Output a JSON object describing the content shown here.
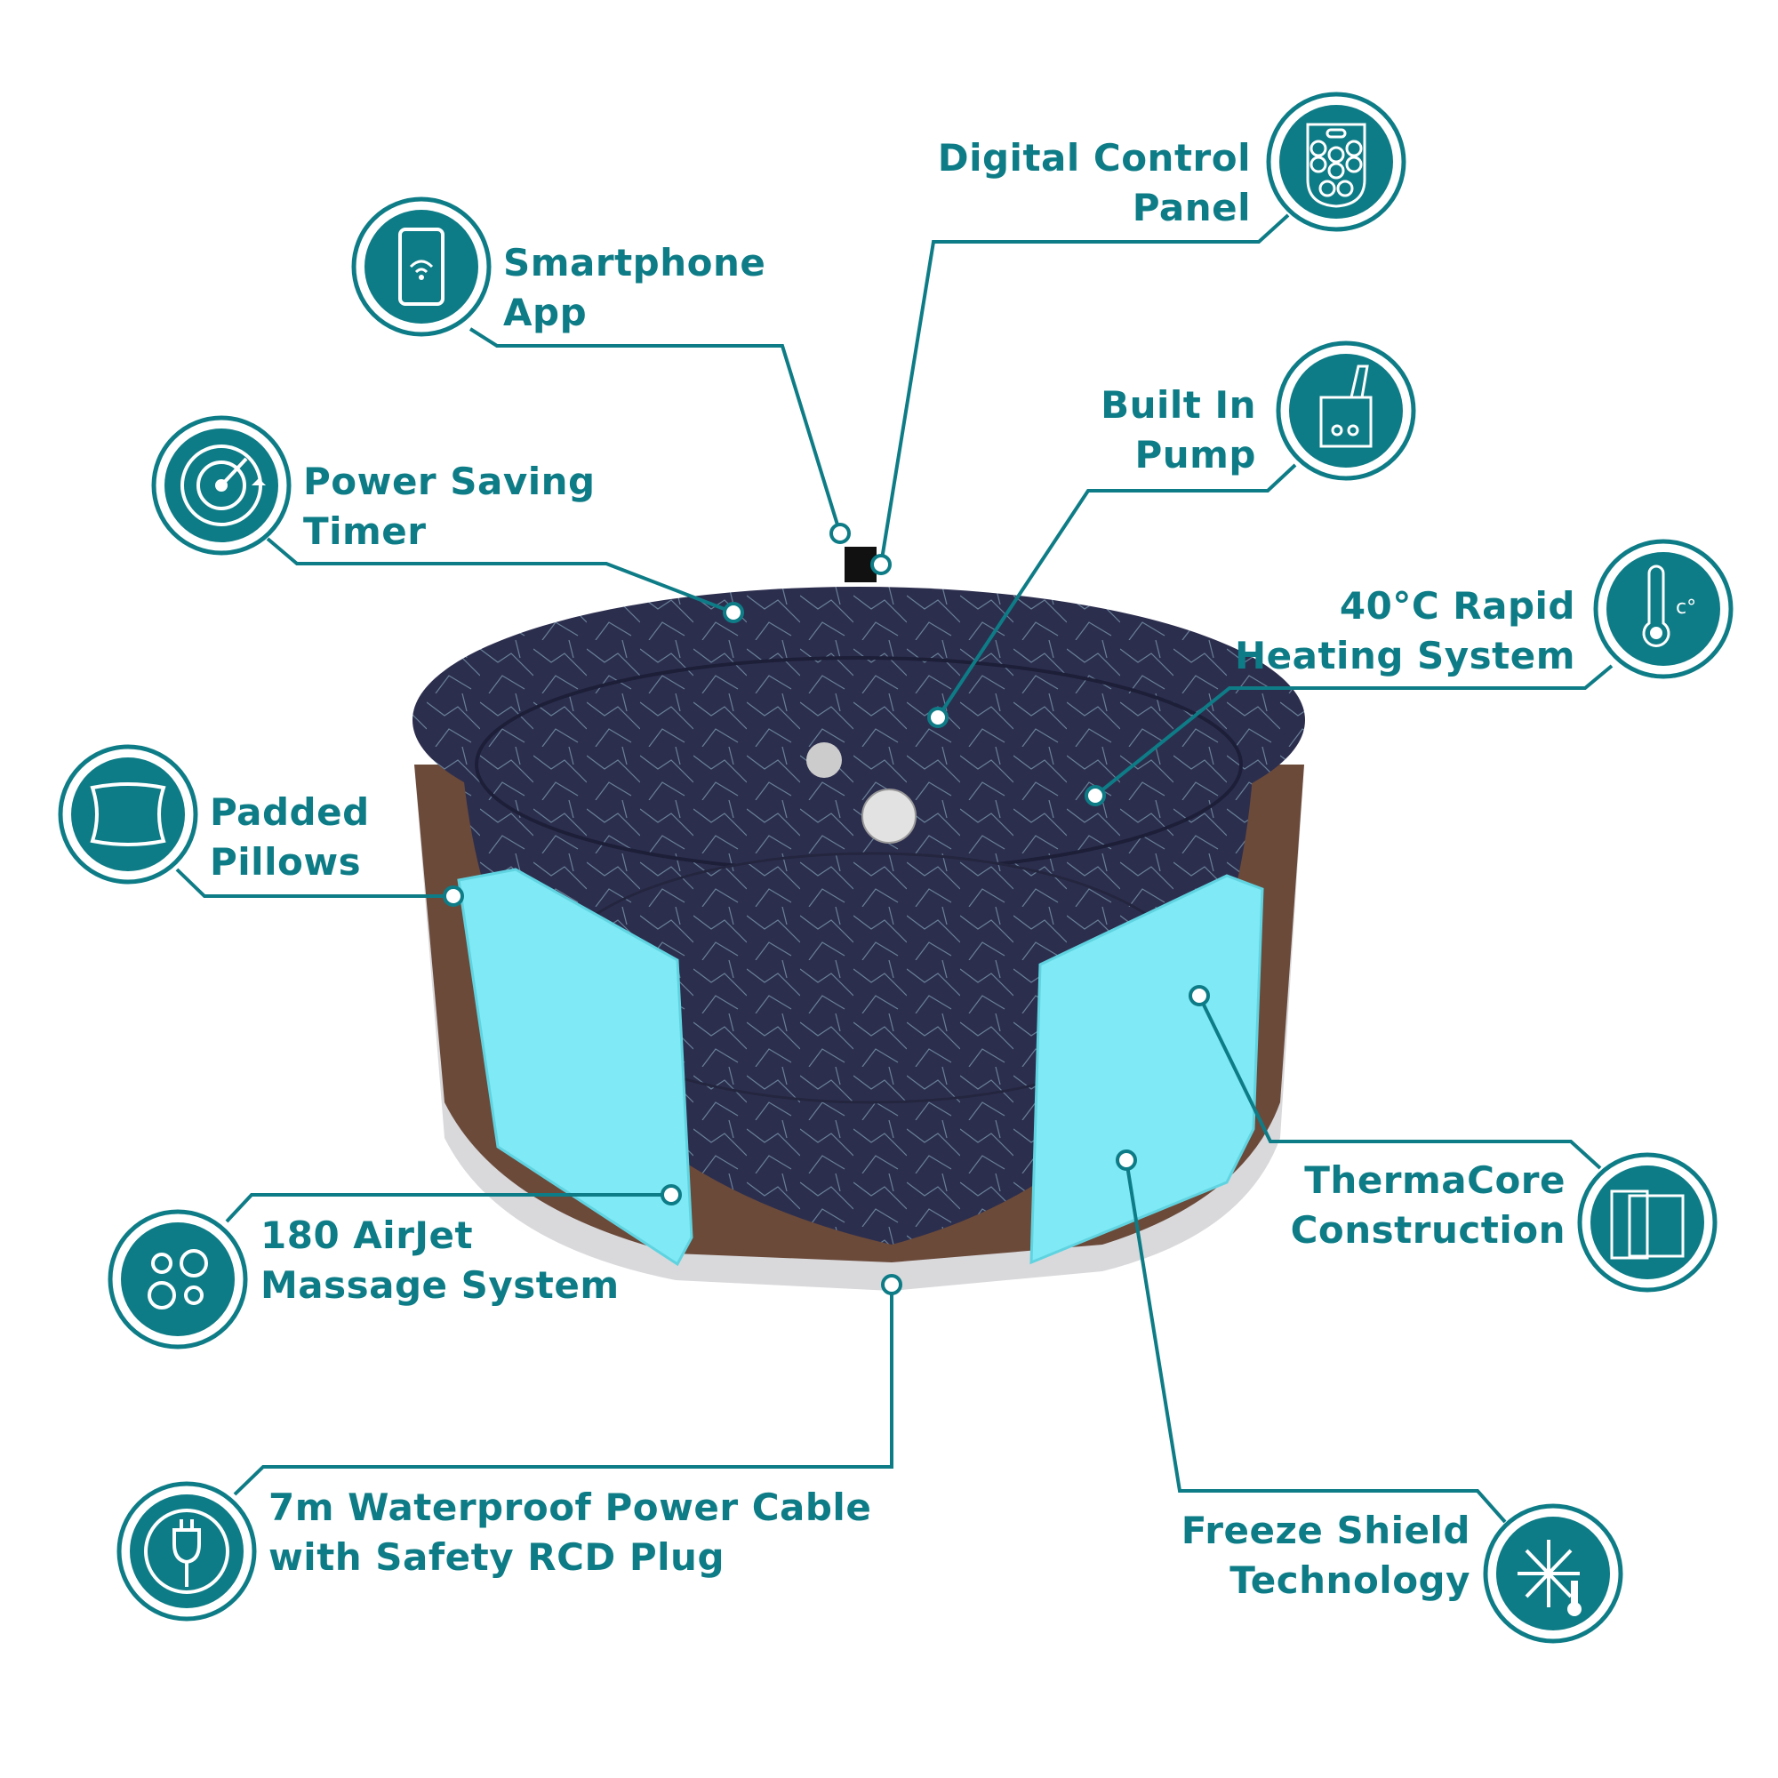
{
  "colors": {
    "teal": "#0e7c86",
    "cyan_panel": "#7fe9f5",
    "tub_navy": "#2a2c4a",
    "wood": "#6b4a3a"
  },
  "features": [
    {
      "id": "digital-control-panel",
      "lines": [
        "Digital Control",
        "Panel"
      ],
      "icon": "remote-control-icon"
    },
    {
      "id": "smartphone-app",
      "lines": [
        "Smartphone",
        "App"
      ],
      "icon": "smartphone-wifi-icon"
    },
    {
      "id": "built-in-pump",
      "lines": [
        "Built In",
        "Pump"
      ],
      "icon": "pump-icon"
    },
    {
      "id": "power-saving-timer",
      "lines": [
        "Power Saving",
        "Timer"
      ],
      "icon": "timer-icon"
    },
    {
      "id": "rapid-heating",
      "lines": [
        "40°C Rapid",
        "Heating System"
      ],
      "icon": "thermometer-icon"
    },
    {
      "id": "padded-pillows",
      "lines": [
        "Padded",
        "Pillows"
      ],
      "icon": "pillow-icon"
    },
    {
      "id": "thermacore",
      "lines": [
        "ThermaCore",
        "Construction"
      ],
      "icon": "layers-icon"
    },
    {
      "id": "airjet",
      "lines": [
        "180 AirJet",
        "Massage System"
      ],
      "icon": "bubbles-icon"
    },
    {
      "id": "power-cable",
      "lines": [
        "7m Waterproof Power Cable",
        "with Safety RCD Plug"
      ],
      "icon": "plug-icon"
    },
    {
      "id": "freeze-shield",
      "lines": [
        "Freeze Shield",
        "Technology"
      ],
      "icon": "snowflake-icon"
    }
  ]
}
